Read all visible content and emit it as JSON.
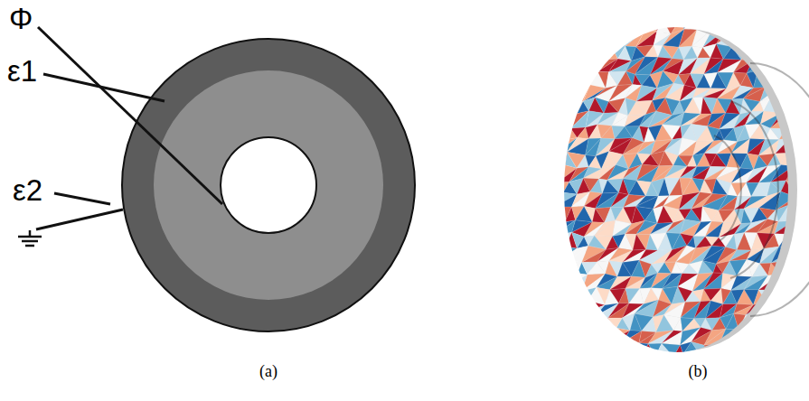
{
  "diagram": {
    "labels": [
      "Φ",
      "ε1",
      "ε2",
      "(a)",
      "(b)"
    ]
  }
}
